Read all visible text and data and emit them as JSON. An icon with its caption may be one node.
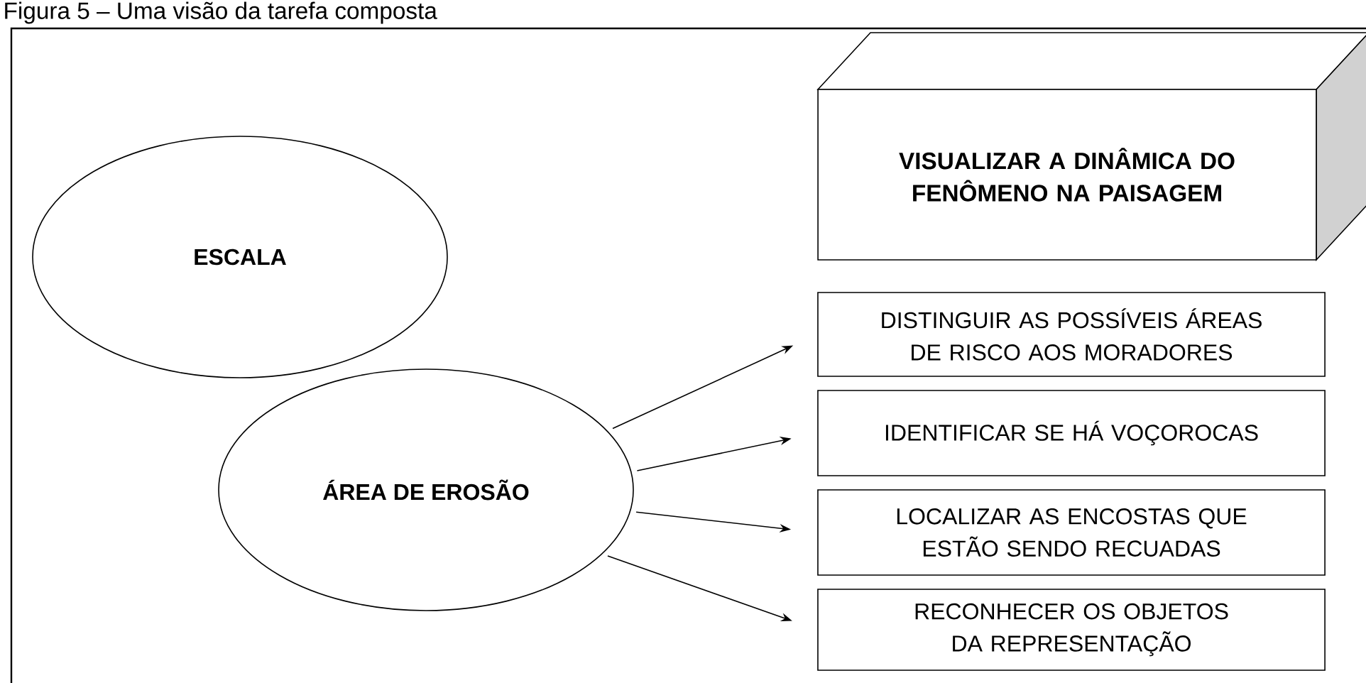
{
  "diagram": {
    "title": "Figura 5 – Uma visão da tarefa composta",
    "nodes": [
      {
        "text": [
          "VISUALIZAR A DINÂMICA DO FENÔMENO NA PAISAGEM"
        ]
      },
      {
        "text": [
          "ESCALA"
        ]
      },
      {
        "text": [
          "ÁREA DE EROSÃO"
        ]
      },
      {
        "text": [
          "DISTINGUIR AS POSSÍVEIS ÁREAS DE RISCO AOS MORADORES"
        ]
      },
      {
        "text": [
          "IDENTIFICAR SE HÁ VOÇOROCAS"
        ]
      },
      {
        "text": [
          "LOCALIZAR AS ENCOSTAS QUE ESTÃO SENDO RECUADAS"
        ]
      },
      {
        "text": [
          "RECONHECER OS OBJETOS DA REPRESENTAÇÃO"
        ]
      }
    ],
    "edges": [
      {
        "from": 2,
        "to": 3,
        "arrow": "to"
      },
      {
        "from": 2,
        "to": 4,
        "arrow": "to"
      },
      {
        "from": 2,
        "to": 5,
        "arrow": "to"
      },
      {
        "from": 2,
        "to": 6,
        "arrow": "to"
      }
    ]
  }
}
